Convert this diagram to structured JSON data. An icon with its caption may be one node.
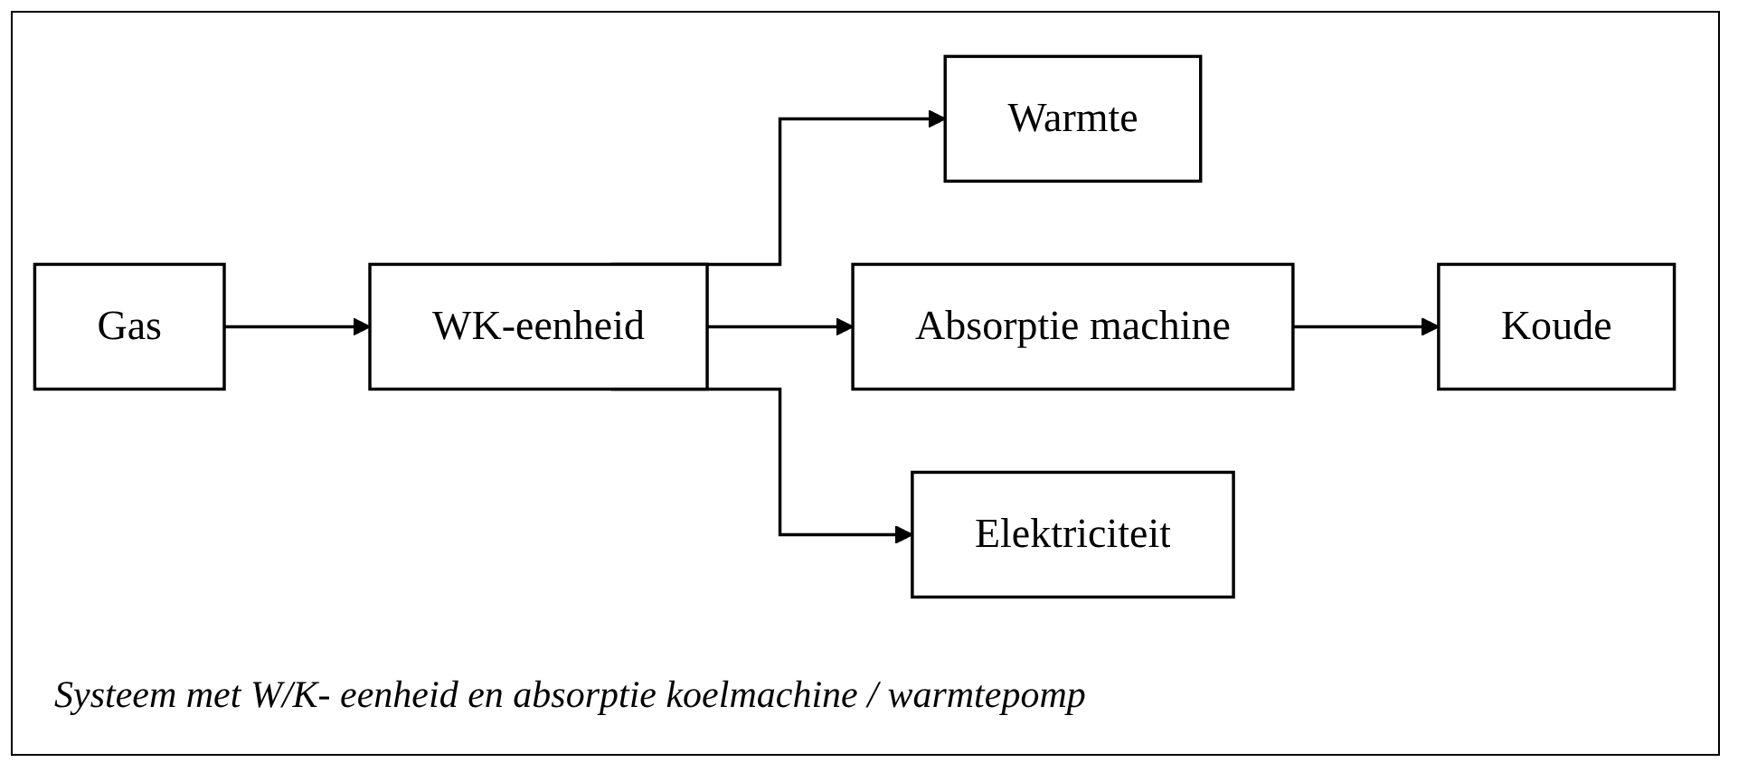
{
  "diagram": {
    "caption": "Systeem met W/K- eenheid en absorptie koelmachine / warmtepomp",
    "nodes": [
      {
        "text": [
          "Gas"
        ]
      },
      {
        "text": [
          "WK-eenheid"
        ]
      },
      {
        "text": [
          "Warmte"
        ]
      },
      {
        "text": [
          "Absorptie machine"
        ]
      },
      {
        "text": [
          "Koude"
        ]
      },
      {
        "text": [
          "Elektriciteit"
        ]
      }
    ],
    "edges": [
      {
        "from": 0,
        "to": 1,
        "arrow": "to"
      },
      {
        "from": 1,
        "to": 2,
        "arrow": "to"
      },
      {
        "from": 1,
        "to": 3,
        "arrow": "to"
      },
      {
        "from": 3,
        "to": 4,
        "arrow": "to"
      },
      {
        "from": 1,
        "to": 5,
        "arrow": "to"
      }
    ]
  }
}
